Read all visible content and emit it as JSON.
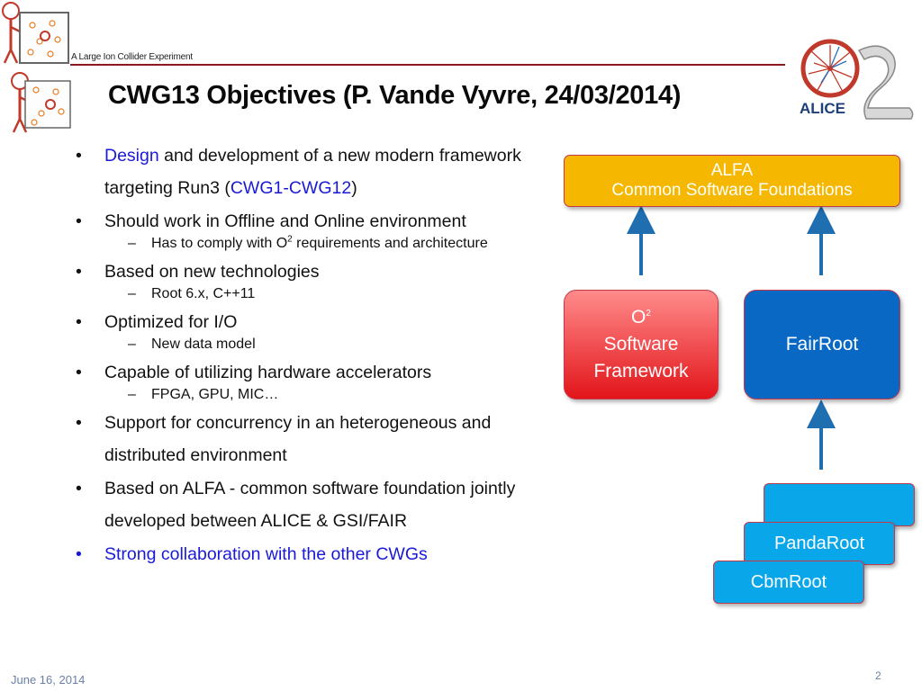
{
  "header": {
    "org_name": "A Large Ion Collider Experiment",
    "title": "CWG13 Objectives (P. Vande Vyvre, 24/03/2014)",
    "alice_logo_text": "ALICE"
  },
  "bullets": {
    "b1": {
      "p1": "Design",
      "p2": " and development of a new modern framework targeting Run3 (",
      "p3": "CWG1-CWG12",
      "p4": ")"
    },
    "b2": {
      "text": "Should work in Offline and Online environment",
      "sub": {
        "p1": "Has to comply with O",
        "sup": "2",
        "p2": " requirements and architecture"
      }
    },
    "b3": {
      "text": "Based on new technologies",
      "sub": "Root 6.x, C++11"
    },
    "b4": {
      "text": "Optimized for I/O",
      "sub": "New data model"
    },
    "b5": {
      "text": "Capable of utilizing hardware accelerators",
      "sub": "FPGA, GPU, MIC…"
    },
    "b6": {
      "text": "Support for concurrency in an heterogeneous and distributed environment"
    },
    "b7": {
      "text": "Based on  ALFA - common software foundation jointly developed between ALICE & GSI/FAIR"
    },
    "b8": {
      "text": "Strong collaboration with the other CWGs"
    }
  },
  "diagram": {
    "alfa": {
      "line1": "ALFA",
      "line2": "Common Software Foundations"
    },
    "o2": {
      "o": "O",
      "sup": "2",
      "line2": "Software",
      "line3": "Framework"
    },
    "fairroot": "FairRoot",
    "pandaroot": "PandaRoot",
    "cbmroot": "CbmRoot"
  },
  "footer": {
    "date": "June 16, 2014",
    "page": "2"
  },
  "colors": {
    "title_rule": "#8b1a1a",
    "link_blue": "#1a1ad6",
    "alfa_box": "#f5b700",
    "o2_box": "#e2151a",
    "fairroot_box": "#0868c4",
    "root_boxes": "#0aa6ea",
    "arrow": "#1f6fb0"
  }
}
